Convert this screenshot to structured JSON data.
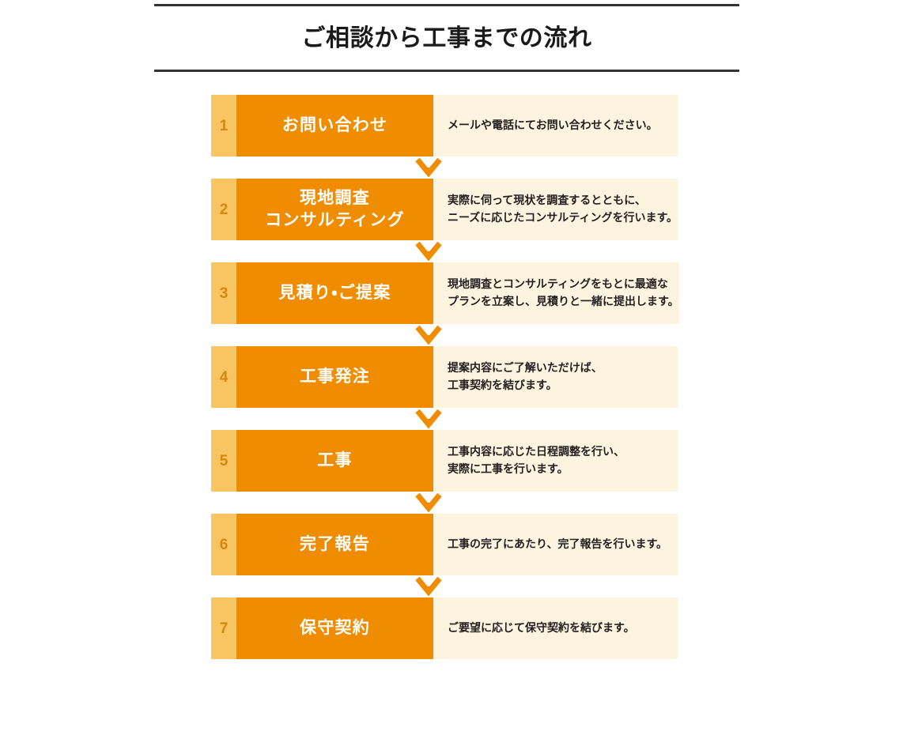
{
  "header": {
    "title": "ご相談から工事までの流れ",
    "rule_color": "#333333"
  },
  "theme": {
    "number_bg": "#f9c462",
    "number_fg": "#d4880f",
    "title_bg": "#f08c00",
    "title_fg": "#ffffff",
    "desc_bg": "#fdf4e0",
    "desc_fg": "#231f20",
    "arrow_color": "#f08c00",
    "page_bg": "#ffffff"
  },
  "flow": {
    "steps": [
      {
        "number": "1",
        "title_lines": [
          "お問い合わせ"
        ],
        "desc_lines": [
          "メールや電話にてお問い合わせください。"
        ]
      },
      {
        "number": "2",
        "title_lines": [
          "現地調査",
          "コンサルティング"
        ],
        "desc_lines": [
          "実際に伺って現状を調査するとともに、",
          "ニーズに応じたコンサルティングを行います。"
        ]
      },
      {
        "number": "3",
        "title_lines": [
          "見積り・ご提案"
        ],
        "desc_lines": [
          "現地調査とコンサルティングをもとに最適な",
          "プランを立案し、見積りと一緒に提出します。"
        ]
      },
      {
        "number": "4",
        "title_lines": [
          "工事発注"
        ],
        "desc_lines": [
          "提案内容にご了解いただけば、",
          "工事契約を結びます。"
        ]
      },
      {
        "number": "5",
        "title_lines": [
          "工事"
        ],
        "desc_lines": [
          "工事内容に応じた日程調整を行い、",
          "実際に工事を行います。"
        ]
      },
      {
        "number": "6",
        "title_lines": [
          "完了報告"
        ],
        "desc_lines": [
          "工事の完了にあたり、完了報告を行います。"
        ]
      },
      {
        "number": "7",
        "title_lines": [
          "保守契約"
        ],
        "desc_lines": [
          "ご要望に応じて保守契約を結びます。"
        ]
      }
    ],
    "connector_icon": "arrow-down-icon"
  }
}
